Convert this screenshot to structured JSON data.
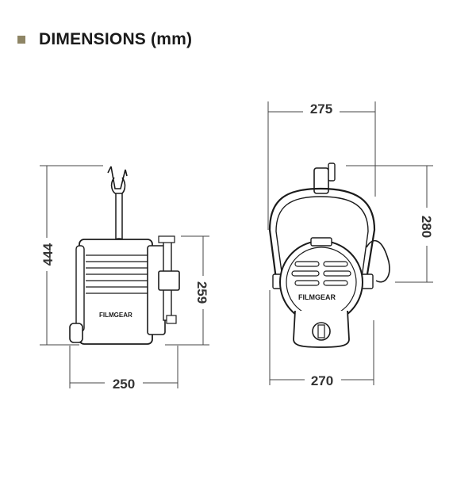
{
  "heading": {
    "text": "DIMENSIONS (mm)",
    "bullet_color": "#8e8565"
  },
  "side_view": {
    "height": "444",
    "lens_height": "259",
    "depth": "250",
    "brand": "FILMGEAR"
  },
  "front_view": {
    "yoke_width": "275",
    "yoke_height": "280",
    "base_width": "270",
    "brand": "FILMGEAR"
  }
}
